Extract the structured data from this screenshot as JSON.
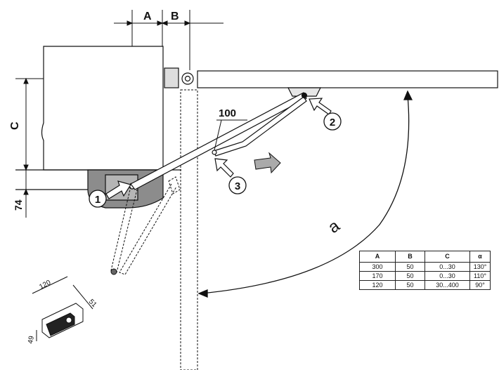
{
  "dimension_labels": {
    "a": "A",
    "b": "B",
    "c": "C",
    "height_74": "74",
    "offset_100": "100",
    "angle": "a"
  },
  "callouts": [
    "1",
    "2",
    "3"
  ],
  "bracket_dims": {
    "length": "120",
    "width": "51",
    "height": "49"
  },
  "table": {
    "headers": [
      "A",
      "B",
      "C",
      "α"
    ],
    "rows": [
      [
        "300",
        "50",
        "0...30",
        "130°"
      ],
      [
        "170",
        "50",
        "0...30",
        "110°"
      ],
      [
        "120",
        "50",
        "30...400",
        "90°"
      ]
    ]
  }
}
